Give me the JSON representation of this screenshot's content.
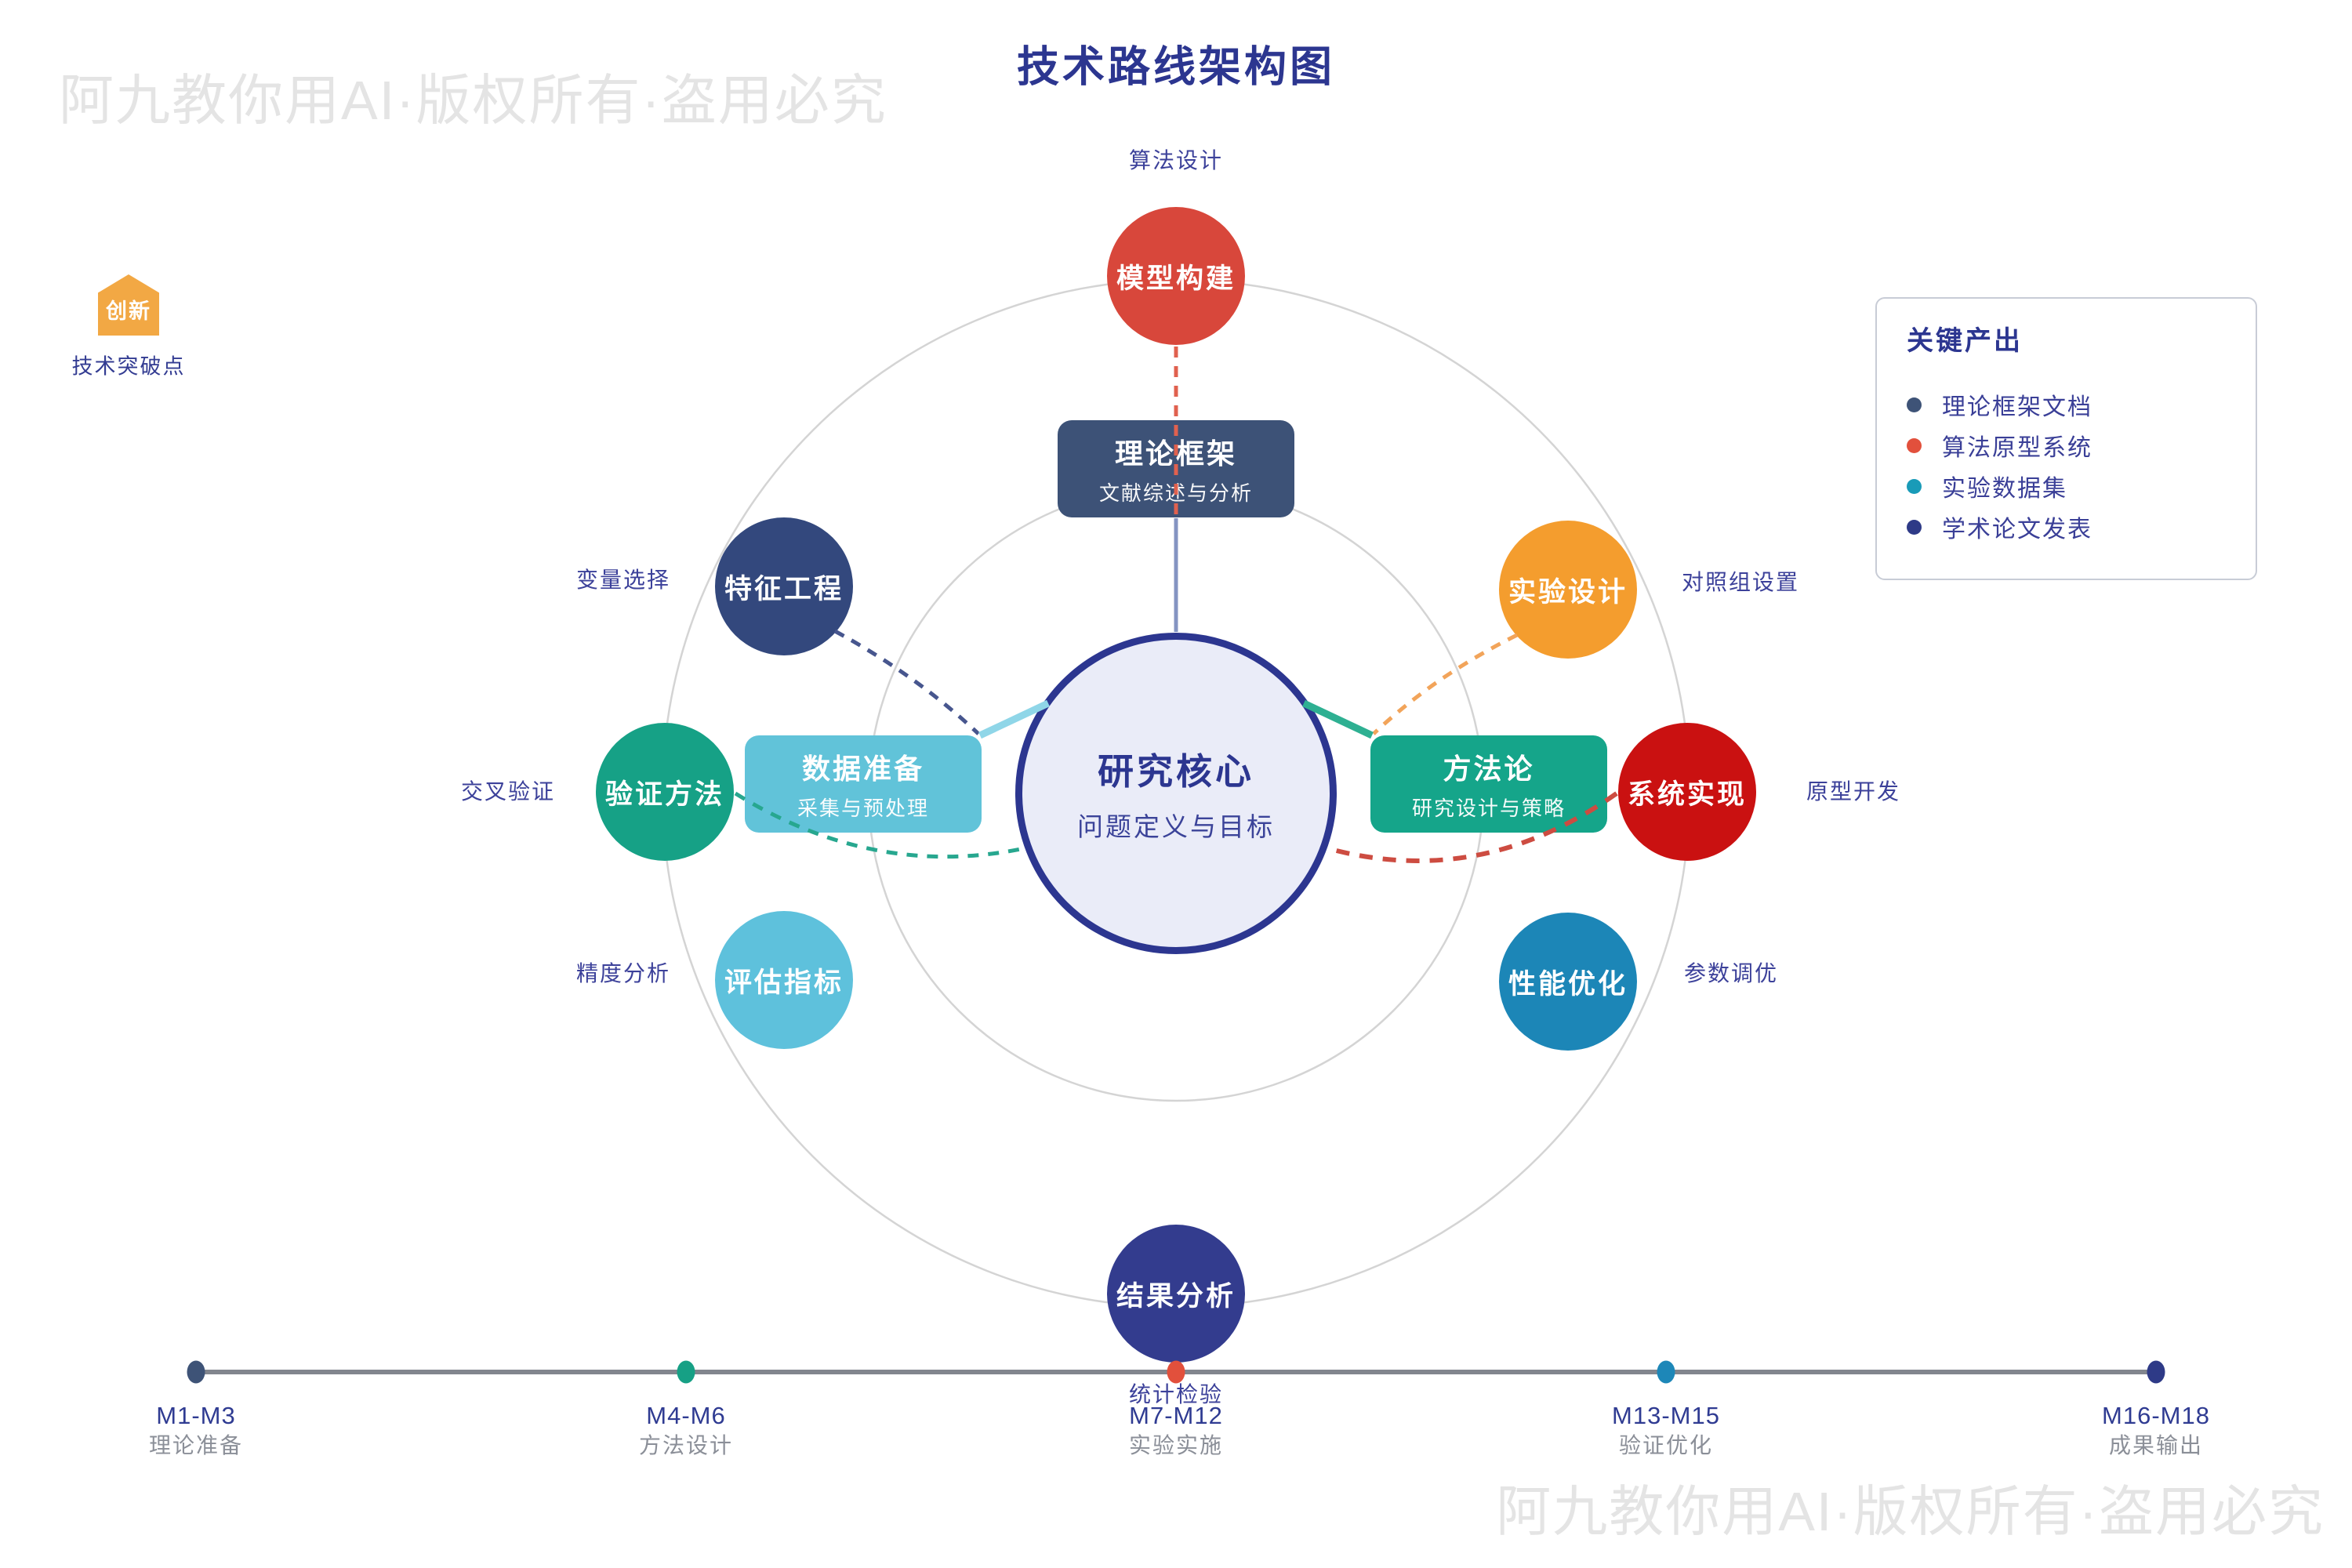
{
  "title": "技术路线架构图",
  "watermarks": {
    "top_left": "阿九教你用AI·版权所有·盗用必究",
    "bottom_right": "阿九教你用AI·版权所有·盗用必究"
  },
  "innovation_badge": {
    "label": "创新",
    "caption": "技术突破点",
    "color": "#f2a844"
  },
  "core": {
    "title": "研究核心",
    "subtitle": "问题定义与目标",
    "fill": "#eaecf8",
    "border_color": "#2c3690"
  },
  "stage_boxes": {
    "theory": {
      "title": "理论框架",
      "subtitle": "文献综述与分析",
      "color": "#3d5277"
    },
    "data": {
      "title": "数据准备",
      "subtitle": "采集与预处理",
      "color": "#61c3d9"
    },
    "method": {
      "title": "方法论",
      "subtitle": "研究设计与策略",
      "color": "#15a58a"
    }
  },
  "nodes": {
    "model": {
      "label": "模型构建",
      "annotation": "算法设计",
      "color": "#d8473b"
    },
    "feature": {
      "label": "特征工程",
      "annotation": "变量选择",
      "color": "#33487d"
    },
    "experiment": {
      "label": "实验设计",
      "annotation": "对照组设置",
      "color": "#f49d2e"
    },
    "validation": {
      "label": "验证方法",
      "annotation": "交叉验证",
      "color": "#16a186"
    },
    "system": {
      "label": "系统实现",
      "annotation": "原型开发",
      "color": "#ca1111"
    },
    "evaluation": {
      "label": "评估指标",
      "annotation": "精度分析",
      "color": "#5ec1dc"
    },
    "performance": {
      "label": "性能优化",
      "annotation": "参数调优",
      "color": "#1c86b7"
    },
    "result": {
      "label": "结果分析",
      "annotation": "统计检验",
      "color": "#333c8e"
    }
  },
  "legend": {
    "title": "关键产出",
    "items": [
      {
        "label": "理论框架文档",
        "color": "#3e5377"
      },
      {
        "label": "算法原型系统",
        "color": "#e2503c"
      },
      {
        "label": "实验数据集",
        "color": "#199bb8"
      },
      {
        "label": "学术论文发表",
        "color": "#2e3a87"
      }
    ]
  },
  "timeline": {
    "line_color": "#82868e",
    "milestones": [
      {
        "range": "M1-M3",
        "phase": "理论准备",
        "dot_color": "#3e5377"
      },
      {
        "range": "M4-M6",
        "phase": "方法设计",
        "dot_color": "#16a085"
      },
      {
        "range": "M7-M12",
        "phase": "实验实施",
        "dot_color": "#e2503c"
      },
      {
        "range": "M13-M15",
        "phase": "验证优化",
        "dot_color": "#1d87b8"
      },
      {
        "range": "M16-M18",
        "phase": "成果输出",
        "dot_color": "#2e3a87"
      }
    ]
  }
}
